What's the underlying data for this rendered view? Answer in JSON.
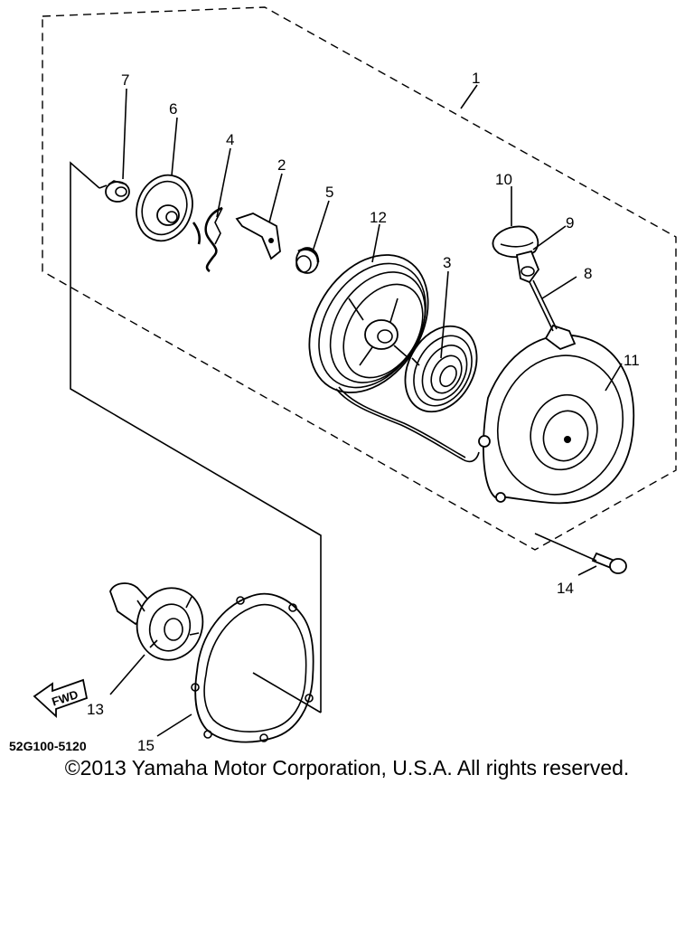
{
  "diagram": {
    "callouts": {
      "p1": "1",
      "p2": "2",
      "p3": "3",
      "p4": "4",
      "p5": "5",
      "p6": "6",
      "p7": "7",
      "p8": "8",
      "p9": "9",
      "p10": "10",
      "p11": "11",
      "p12": "12",
      "p13": "13",
      "p14": "14",
      "p15": "15"
    },
    "fwd_label": "FWD",
    "drawing_code": "52G100-5120"
  },
  "footer": {
    "copyright": "©2013 Yamaha Motor Corporation, U.S.A. All rights reserved."
  }
}
